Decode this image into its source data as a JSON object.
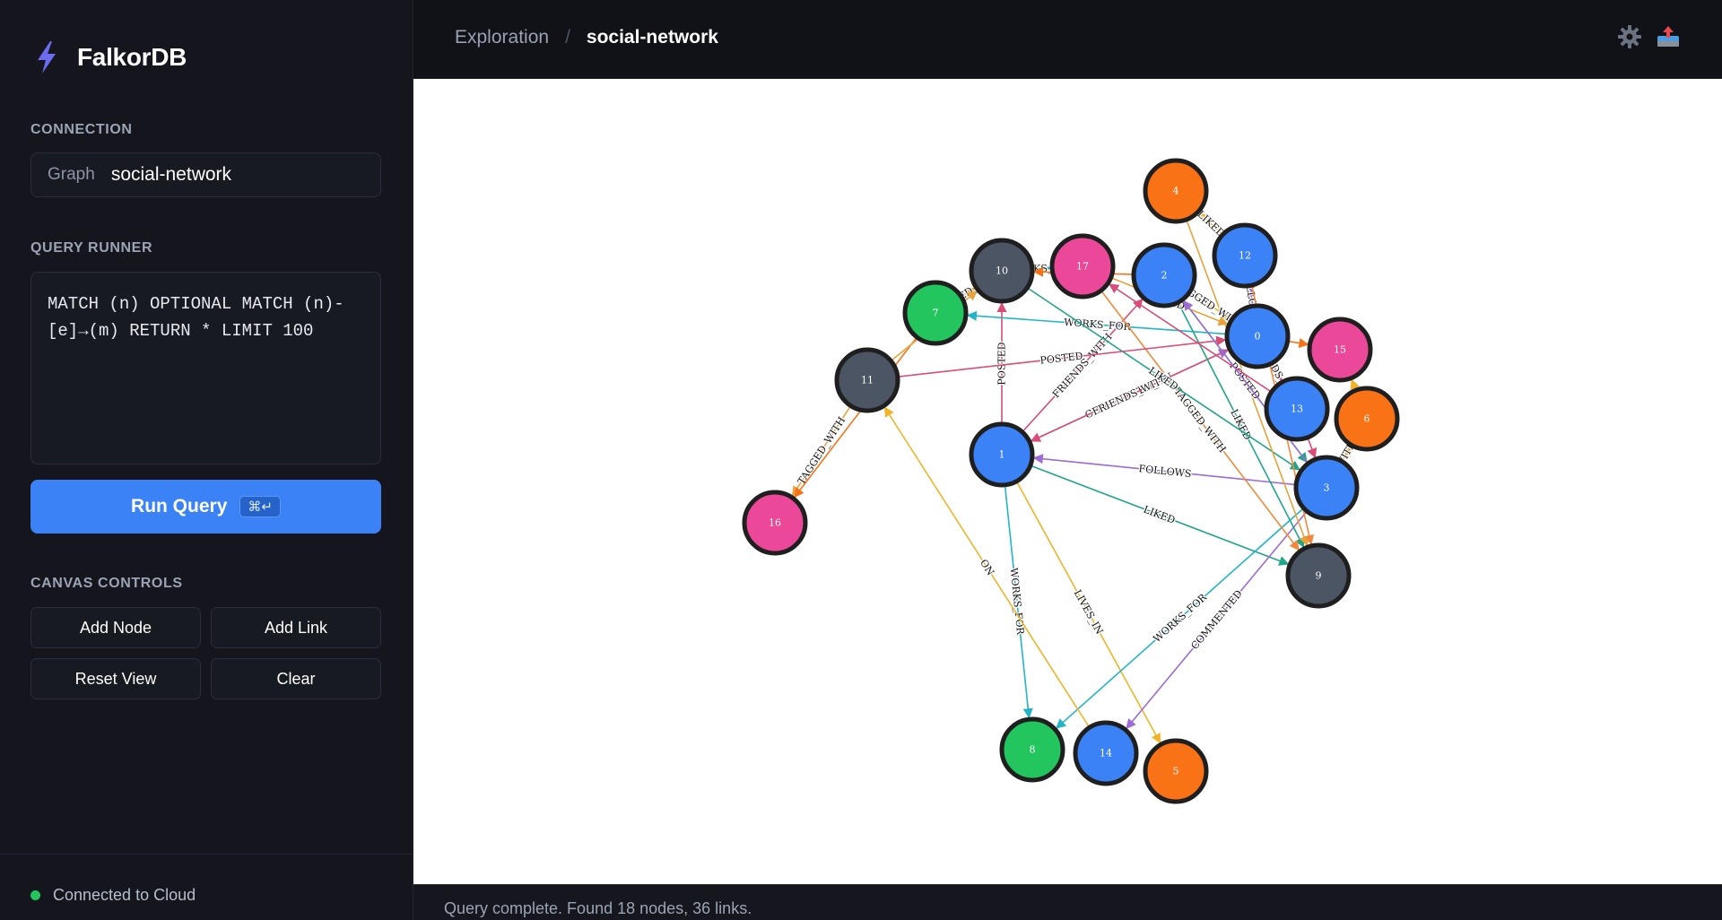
{
  "app": {
    "name": "FalkorDB",
    "accent": "#3b82f6"
  },
  "sidebar": {
    "connection_title": "CONNECTION",
    "graph_key": "Graph",
    "graph_value": "social-network",
    "query_title": "QUERY RUNNER",
    "query_text": "MATCH (n) OPTIONAL MATCH (n)-[e]→(m) RETURN * LIMIT 100",
    "run_label": "Run Query",
    "run_shortcut": "⌘↵",
    "controls_title": "CANVAS CONTROLS",
    "controls": {
      "add_node": "Add Node",
      "add_link": "Add Link",
      "reset_view": "Reset View",
      "clear": "Clear"
    },
    "status": "Connected to Cloud"
  },
  "header": {
    "breadcrumb_root": "Exploration",
    "breadcrumb_separator": "/",
    "breadcrumb_current": "social-network",
    "icons": [
      "gear-icon",
      "export-icon"
    ]
  },
  "graph": {
    "node_colors": {
      "blue": "#3b82f6",
      "orange": "#f97316",
      "pink": "#ec4899",
      "green": "#22c55e",
      "slate": "#4b5563"
    },
    "nodes": [
      {
        "id": "0",
        "color": "#3b82f6"
      },
      {
        "id": "1",
        "color": "#3b82f6"
      },
      {
        "id": "2",
        "color": "#3b82f6"
      },
      {
        "id": "3",
        "color": "#3b82f6"
      },
      {
        "id": "4",
        "color": "#f97316"
      },
      {
        "id": "5",
        "color": "#f97316"
      },
      {
        "id": "6",
        "color": "#f97316"
      },
      {
        "id": "7",
        "color": "#22c55e"
      },
      {
        "id": "8",
        "color": "#22c55e"
      },
      {
        "id": "9",
        "color": "#4b5563"
      },
      {
        "id": "10",
        "color": "#4b5563"
      },
      {
        "id": "11",
        "color": "#4b5563"
      },
      {
        "id": "12",
        "color": "#3b82f6"
      },
      {
        "id": "13",
        "color": "#3b82f6"
      },
      {
        "id": "14",
        "color": "#3b82f6"
      },
      {
        "id": "15",
        "color": "#ec4899"
      },
      {
        "id": "16",
        "color": "#ec4899"
      },
      {
        "id": "17",
        "color": "#ec4899"
      }
    ],
    "edges": [
      {
        "from": "11",
        "to": "16",
        "label": "TAGGED_WITH",
        "color": "#e8a33a"
      },
      {
        "from": "7",
        "to": "16",
        "label": "",
        "color": "#f97316"
      },
      {
        "from": "3",
        "to": "1",
        "label": "FOLLOWS",
        "color": "#9b6bd6"
      },
      {
        "from": "1",
        "to": "9",
        "label": "LIKED",
        "color": "#20a58a"
      },
      {
        "from": "1",
        "to": "8",
        "label": "WORKS_FOR",
        "color": "#22b5c8"
      },
      {
        "from": "1",
        "to": "5",
        "label": "LIVES_IN",
        "color": "#f0b429"
      },
      {
        "from": "3",
        "to": "8",
        "label": "WORKS_FOR",
        "color": "#22b5c8"
      },
      {
        "from": "3",
        "to": "14",
        "label": "COMMENTED",
        "color": "#9b6bd6"
      },
      {
        "from": "14",
        "to": "11",
        "label": "ON",
        "color": "#f0b429"
      },
      {
        "from": "1",
        "to": "10",
        "label": "POSTED",
        "color": "#d94c77"
      },
      {
        "from": "1",
        "to": "2",
        "label": "FRIENDS_WITH",
        "color": "#d94c77"
      },
      {
        "from": "1",
        "to": "0",
        "label": "COMMENTED_ON",
        "color": "#9b6bd6"
      },
      {
        "from": "0",
        "to": "1",
        "label": "FRIENDS_WITH",
        "color": "#d94c77"
      },
      {
        "from": "0",
        "to": "7",
        "label": "WORKS_FOR",
        "color": "#22b5c8"
      },
      {
        "from": "0",
        "to": "12",
        "label": "FOLLOWS",
        "color": "#9b6bd6"
      },
      {
        "from": "0",
        "to": "15",
        "label": "",
        "color": "#f97316"
      },
      {
        "from": "0",
        "to": "13",
        "label": "FRIENDS_WITH",
        "color": "#d94c77"
      },
      {
        "from": "2",
        "to": "9",
        "label": "LIKED",
        "color": "#20a58a"
      },
      {
        "from": "17",
        "to": "9",
        "label": "TAGGED_WITH",
        "color": "#f08a3a"
      },
      {
        "from": "10",
        "to": "3",
        "label": "LIKED",
        "color": "#20a58a"
      },
      {
        "from": "11",
        "to": "0",
        "label": "POSTED",
        "color": "#d94c77"
      },
      {
        "from": "7",
        "to": "10",
        "label": "TAGGED_WITH",
        "color": "#e8a33a"
      },
      {
        "from": "10",
        "to": "17",
        "label": "WORKS_FOR",
        "color": "#22b5c8"
      },
      {
        "from": "12",
        "to": "4",
        "label": "LIKED",
        "color": "#f0b429"
      },
      {
        "from": "4",
        "to": "9",
        "label": "",
        "color": "#e8a33a"
      },
      {
        "from": "2",
        "to": "3",
        "label": "POSTED",
        "color": "#20a58a"
      },
      {
        "from": "13",
        "to": "3",
        "label": "",
        "color": "#d94c77"
      },
      {
        "from": "3",
        "to": "6",
        "label": "WITH",
        "color": "#e8a33a"
      },
      {
        "from": "6",
        "to": "15",
        "label": "",
        "color": "#f0b429"
      },
      {
        "from": "2",
        "to": "0",
        "label": "TAGGED_WITH",
        "color": "#f0b429"
      },
      {
        "from": "17",
        "to": "0",
        "label": "LIKED",
        "color": "#e8a33a"
      },
      {
        "from": "12",
        "to": "9",
        "label": "",
        "color": "#f08a3a"
      },
      {
        "from": "11",
        "to": "10",
        "label": "WITH",
        "color": "#e8a33a"
      },
      {
        "from": "2",
        "to": "10",
        "label": "",
        "color": "#f97316"
      },
      {
        "from": "13",
        "to": "17",
        "label": "",
        "color": "#d94c77"
      },
      {
        "from": "3",
        "to": "2",
        "label": "",
        "color": "#9b6bd6"
      }
    ]
  },
  "statusbar": {
    "text": "Query complete. Found 18 nodes, 36 links."
  }
}
